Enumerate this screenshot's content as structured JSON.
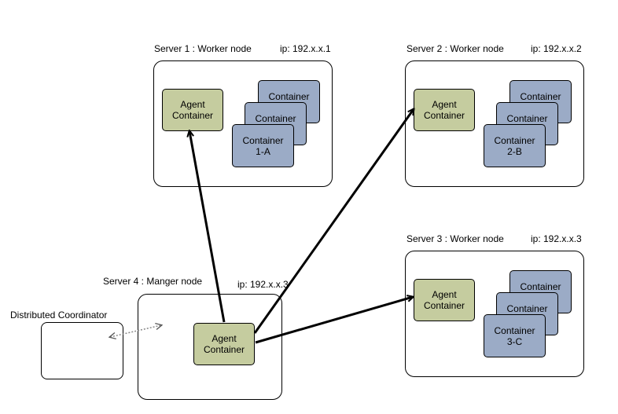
{
  "servers": [
    {
      "title": "Server 1 : Worker node",
      "ip": "ip: 192.x.x.1",
      "agent": "Agent\nContainer",
      "containers": [
        "Container",
        "Container",
        "Container\n1-A"
      ]
    },
    {
      "title": "Server 2 : Worker node",
      "ip": "ip: 192.x.x.2",
      "agent": "Agent\nContainer",
      "containers": [
        "Container",
        "Container",
        "Container\n2-B"
      ]
    },
    {
      "title": "Server 3 : Worker node",
      "ip": "ip: 192.x.x.3",
      "agent": "Agent\nContainer",
      "containers": [
        "Container",
        "Container",
        "Container\n3-C"
      ]
    }
  ],
  "manager": {
    "title": "Server 4 : Manger node",
    "ip": "ip: 192.x.x.3",
    "agent": "Agent\nContainer"
  },
  "coordinator": {
    "label": "Distributed Coordinator"
  },
  "colors": {
    "agent_fill": "#c5cc9f",
    "container_fill": "#9babc6",
    "outline": "#000000",
    "dotted_link": "#888888"
  }
}
